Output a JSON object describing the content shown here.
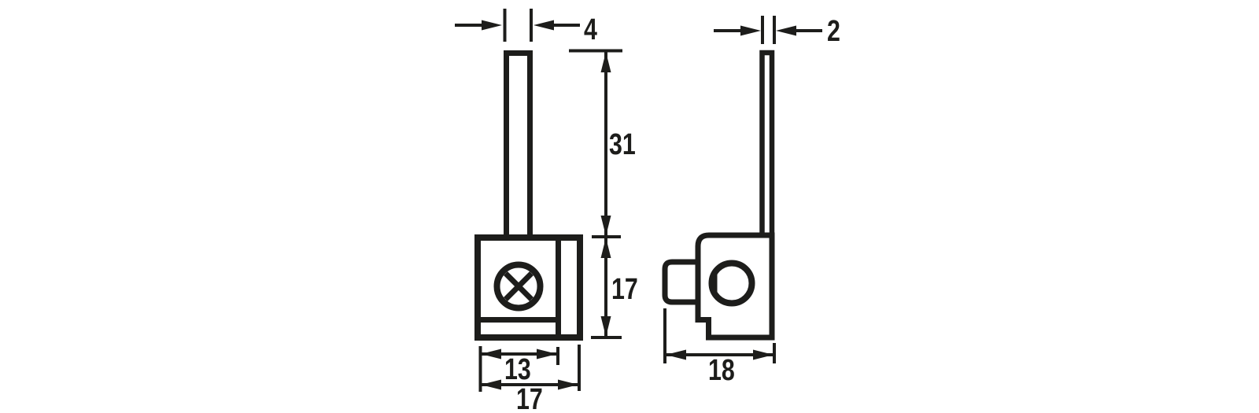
{
  "colors": {
    "line": "#1d1d1b",
    "background": "#ffffff"
  },
  "front_view": {
    "dim_tab_width": "4",
    "dim_tab_height": "31",
    "dim_body_height": "17",
    "dim_slot_width": "13",
    "dim_body_width": "17"
  },
  "side_view": {
    "dim_tab_thickness": "2",
    "dim_depth": "18"
  }
}
